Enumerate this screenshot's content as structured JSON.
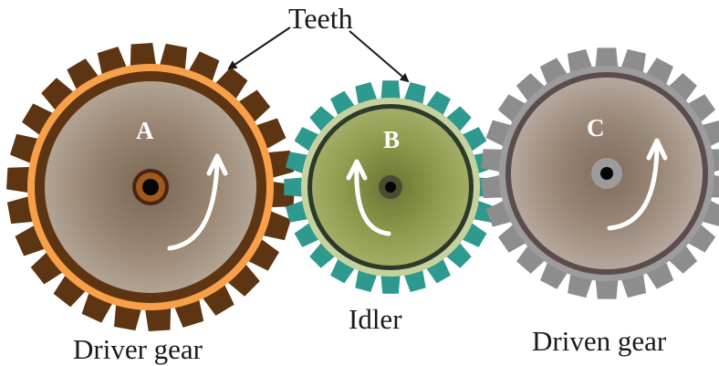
{
  "labels": {
    "teeth": "Teeth",
    "idler": "Idler",
    "driver": "Driver gear",
    "driven": "Driven gear"
  },
  "gears": [
    {
      "id": "A",
      "letter": "A",
      "teeth": 26,
      "colors": {
        "teeth": "#5e3512",
        "rim": "#f7a049",
        "body": "#9d8a79",
        "hub": "#4c230e"
      }
    },
    {
      "id": "B",
      "letter": "B",
      "teeth": 24,
      "colors": {
        "teeth": "#2e998f",
        "rim": "#c6d29d",
        "body": "#8e9a4c",
        "hub": "#4c4c32"
      }
    },
    {
      "id": "C",
      "letter": "C",
      "teeth": 26,
      "colors": {
        "teeth": "#8d8d8d",
        "rim": "#9c9c9c",
        "body": "#9c8879",
        "hub": "#9c9c9c"
      }
    }
  ]
}
